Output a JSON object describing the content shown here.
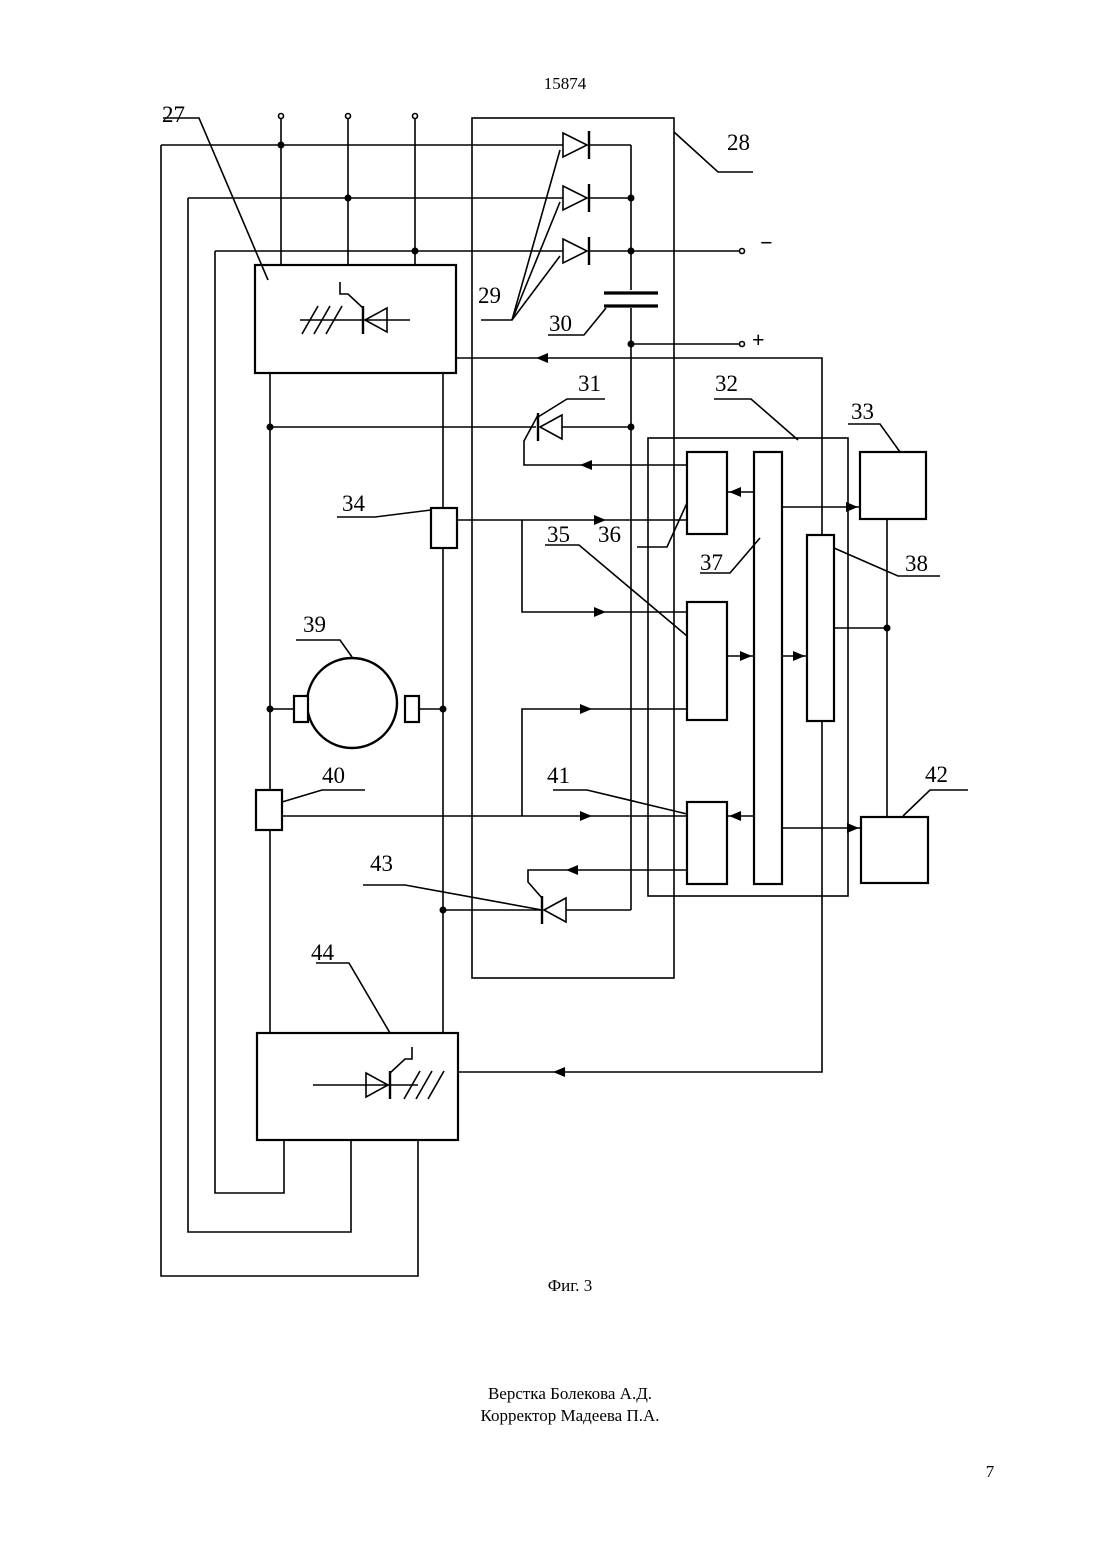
{
  "header": {
    "document_number": "15874"
  },
  "figure": {
    "caption": "Фиг. 3",
    "callouts": {
      "c27": "27",
      "c28": "28",
      "c29": "29",
      "c30": "30",
      "c31": "31",
      "c32": "32",
      "c33": "33",
      "c34": "34",
      "c35": "35",
      "c36": "36",
      "c37": "37",
      "c38": "38",
      "c39": "39",
      "c40": "40",
      "c41": "41",
      "c42": "42",
      "c43": "43",
      "c44": "44"
    },
    "terminals": {
      "minus": "−",
      "plus": "+"
    }
  },
  "footer": {
    "layout_credit": "Верстка Болекова А.Д.",
    "proofreader_credit": "Корректор Мадеева П.А.",
    "page_number": "7"
  }
}
